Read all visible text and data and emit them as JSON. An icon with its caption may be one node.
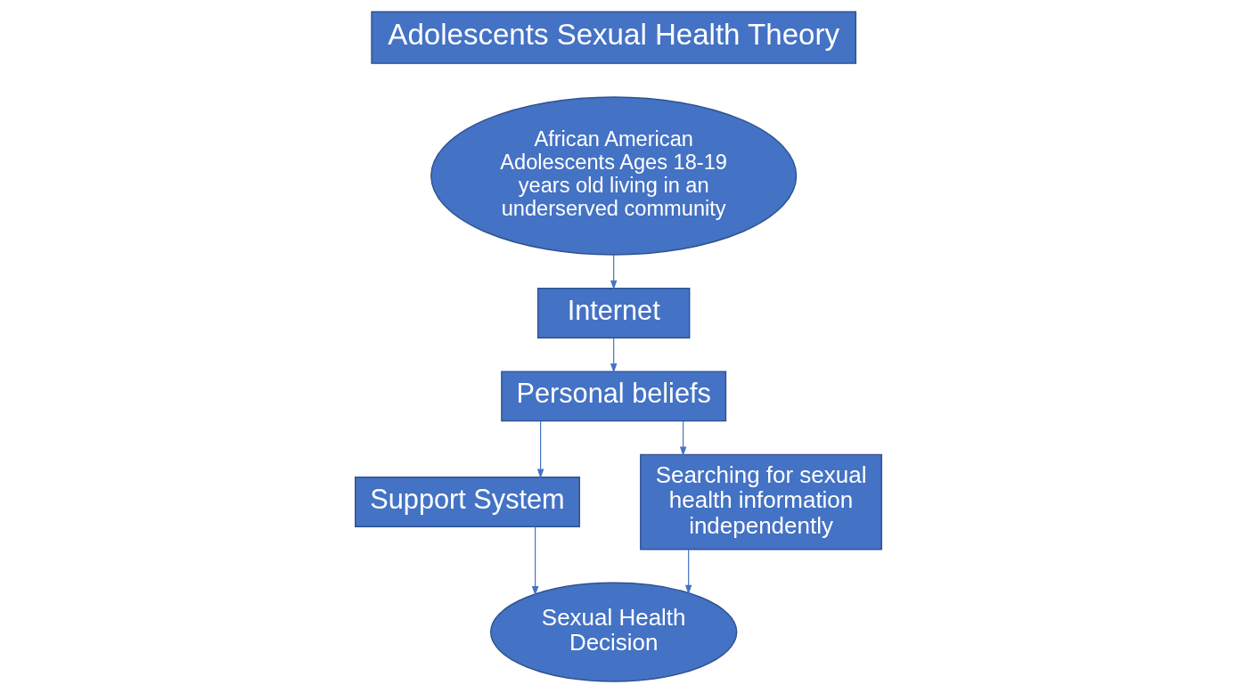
{
  "diagram": {
    "nodes": [
      {
        "text": [
          "Adolescents Sexual Health Theory"
        ]
      },
      {
        "text": [
          "African American Adolescents Ages 18-19 years old living in an underserved community"
        ]
      },
      {
        "text": [
          "Internet"
        ]
      },
      {
        "text": [
          "Personal beliefs"
        ]
      },
      {
        "text": [
          "Support System"
        ]
      },
      {
        "text": [
          "Searching for sexual health information independently"
        ]
      },
      {
        "text": [
          "Sexual Health Decision"
        ]
      }
    ],
    "edges": [
      {
        "from": 1,
        "to": 2,
        "arrow": "to"
      },
      {
        "from": 2,
        "to": 3,
        "arrow": "to"
      },
      {
        "from": 3,
        "to": 4,
        "arrow": "to"
      },
      {
        "from": 3,
        "to": 5,
        "arrow": "to"
      },
      {
        "from": 4,
        "to": 6,
        "arrow": "to"
      },
      {
        "from": 5,
        "to": 6,
        "arrow": "to"
      }
    ]
  }
}
